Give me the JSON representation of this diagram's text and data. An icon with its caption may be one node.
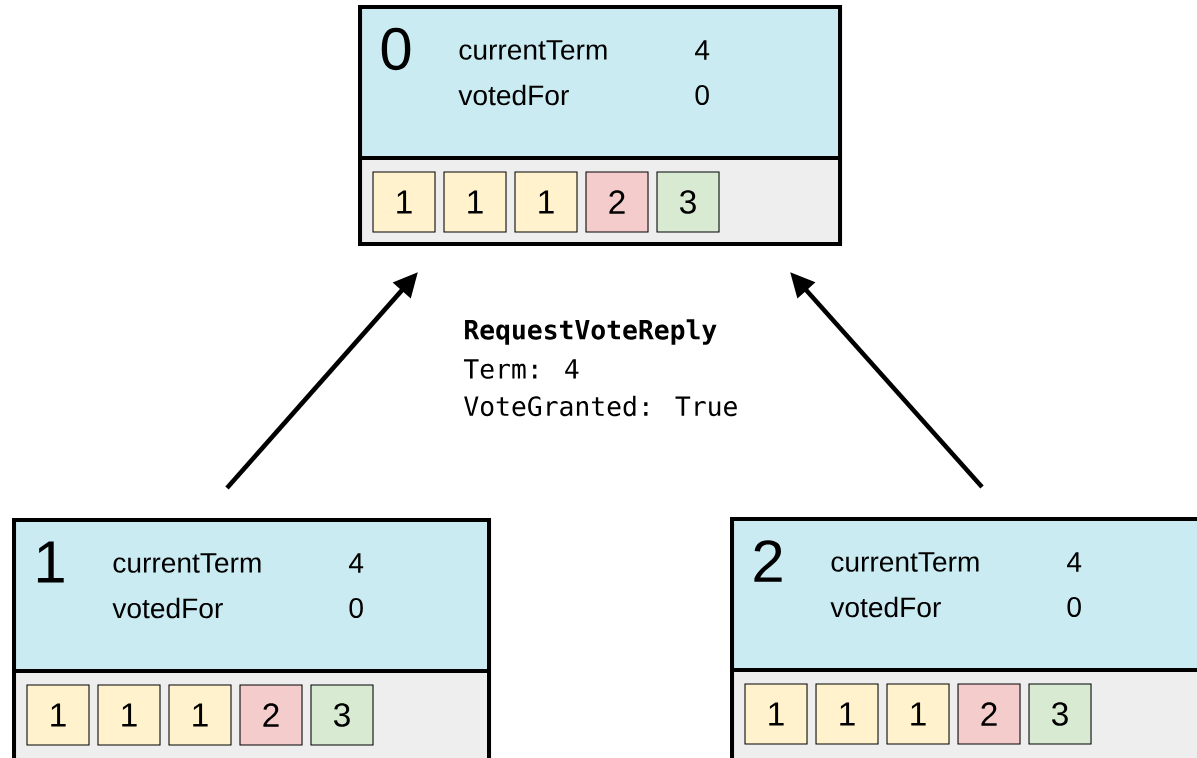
{
  "diagram": {
    "nodes": [
      {
        "text": [
          "0",
          "currentTerm",
          "4",
          "votedFor",
          "0"
        ]
      },
      {
        "text": [
          "1"
        ],
        "in": 0
      },
      {
        "text": [
          "1"
        ],
        "in": 0
      },
      {
        "text": [
          "1"
        ],
        "in": 0
      },
      {
        "text": [
          "2"
        ],
        "in": 0
      },
      {
        "text": [
          "3"
        ],
        "in": 0
      },
      {
        "text": [
          "1",
          "currentTerm",
          "4",
          "votedFor",
          "0"
        ]
      },
      {
        "text": [
          "1"
        ],
        "in": 6
      },
      {
        "text": [
          "1"
        ],
        "in": 6
      },
      {
        "text": [
          "1"
        ],
        "in": 6
      },
      {
        "text": [
          "2"
        ],
        "in": 6
      },
      {
        "text": [
          "3"
        ],
        "in": 6
      },
      {
        "text": [
          "2",
          "currentTerm",
          "4",
          "votedFor",
          "0"
        ]
      },
      {
        "text": [
          "1"
        ],
        "in": 12
      },
      {
        "text": [
          "1"
        ],
        "in": 12
      },
      {
        "text": [
          "1"
        ],
        "in": 12
      },
      {
        "text": [
          "2"
        ],
        "in": 12
      },
      {
        "text": [
          "3"
        ],
        "in": 12
      }
    ],
    "edges": [
      {
        "from": 6,
        "to": 0,
        "arrow": "to"
      },
      {
        "from": 12,
        "to": 0,
        "arrow": "to"
      }
    ],
    "labels": [
      "RequestVoteReply",
      "Term: 4",
      "VoteGranted: True"
    ]
  }
}
